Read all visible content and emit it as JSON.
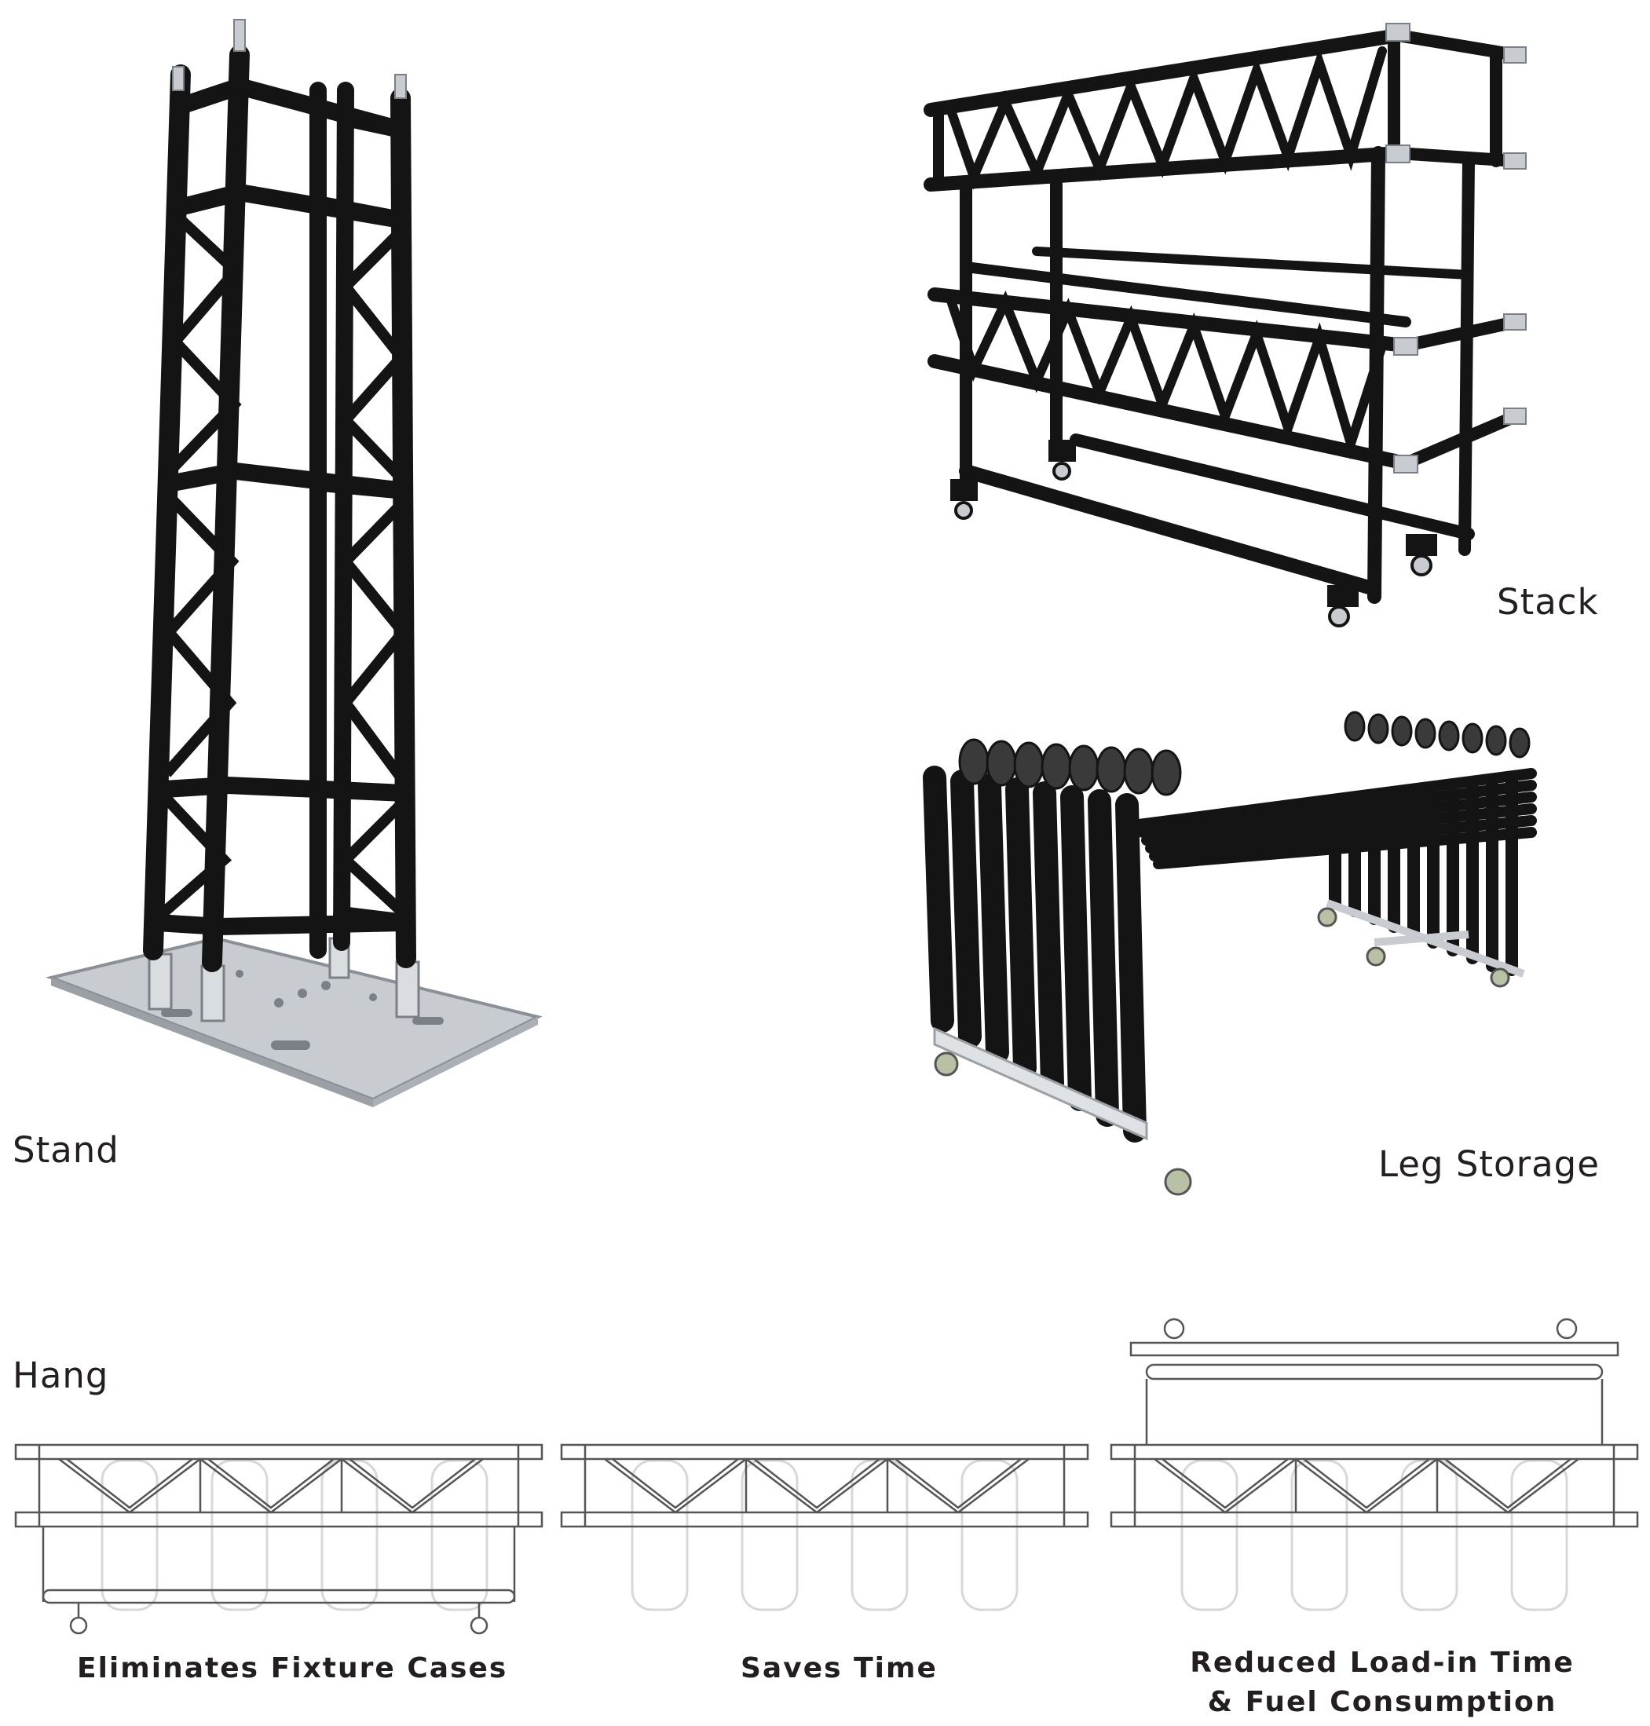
{
  "labels": {
    "stand": "Stand",
    "stack": "Stack",
    "leg_storage": "Leg Storage",
    "hang": "Hang"
  },
  "captions": {
    "left": "Eliminates Fixture Cases",
    "middle": "Saves Time",
    "right_line1": "Reduced Load-in Time",
    "right_line2": "& Fuel Consumption"
  },
  "colors": {
    "truss": "#141414",
    "baseplate": "#c8ccd0",
    "caster_wheel": "#b9c1a4",
    "line_art": "#555555",
    "fixture_ghost": "#d8d8d8",
    "text": "#231f20"
  }
}
